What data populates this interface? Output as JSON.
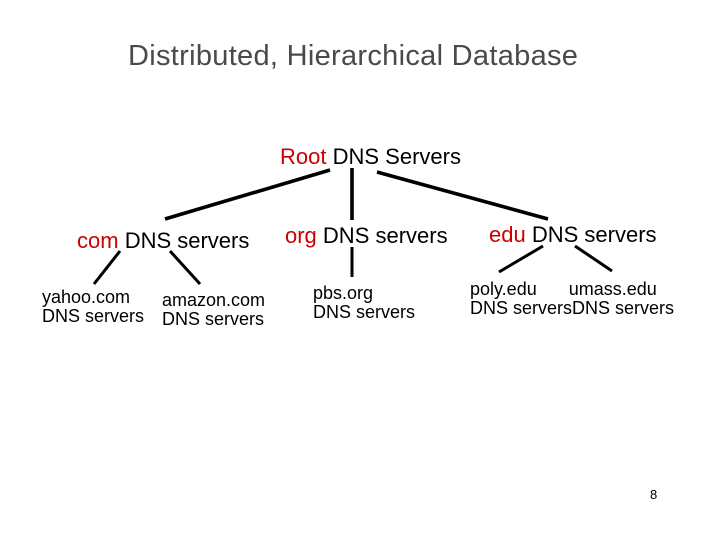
{
  "slide": {
    "title": "Distributed, Hierarchical Database",
    "page_number": "8"
  },
  "colors": {
    "accent_red": "#cc0000",
    "title_gray": "#4a4a4a",
    "line_black": "#000000"
  },
  "tree": {
    "root": {
      "tld": "Root",
      "rest": "DNS Servers"
    },
    "level2": [
      {
        "tld": "com",
        "rest": "DNS servers"
      },
      {
        "tld": "org",
        "rest": "DNS servers"
      },
      {
        "tld": "edu",
        "rest": "DNS servers"
      }
    ],
    "leaves": [
      {
        "name": "yahoo.com",
        "label": "DNS servers"
      },
      {
        "name": "amazon.com",
        "label": "DNS servers"
      },
      {
        "name": "pbs.org",
        "label": "DNS servers"
      },
      {
        "name": "poly.edu",
        "label": "DNS servers"
      },
      {
        "name": "umass.edu",
        "label": "DNS servers"
      }
    ]
  }
}
